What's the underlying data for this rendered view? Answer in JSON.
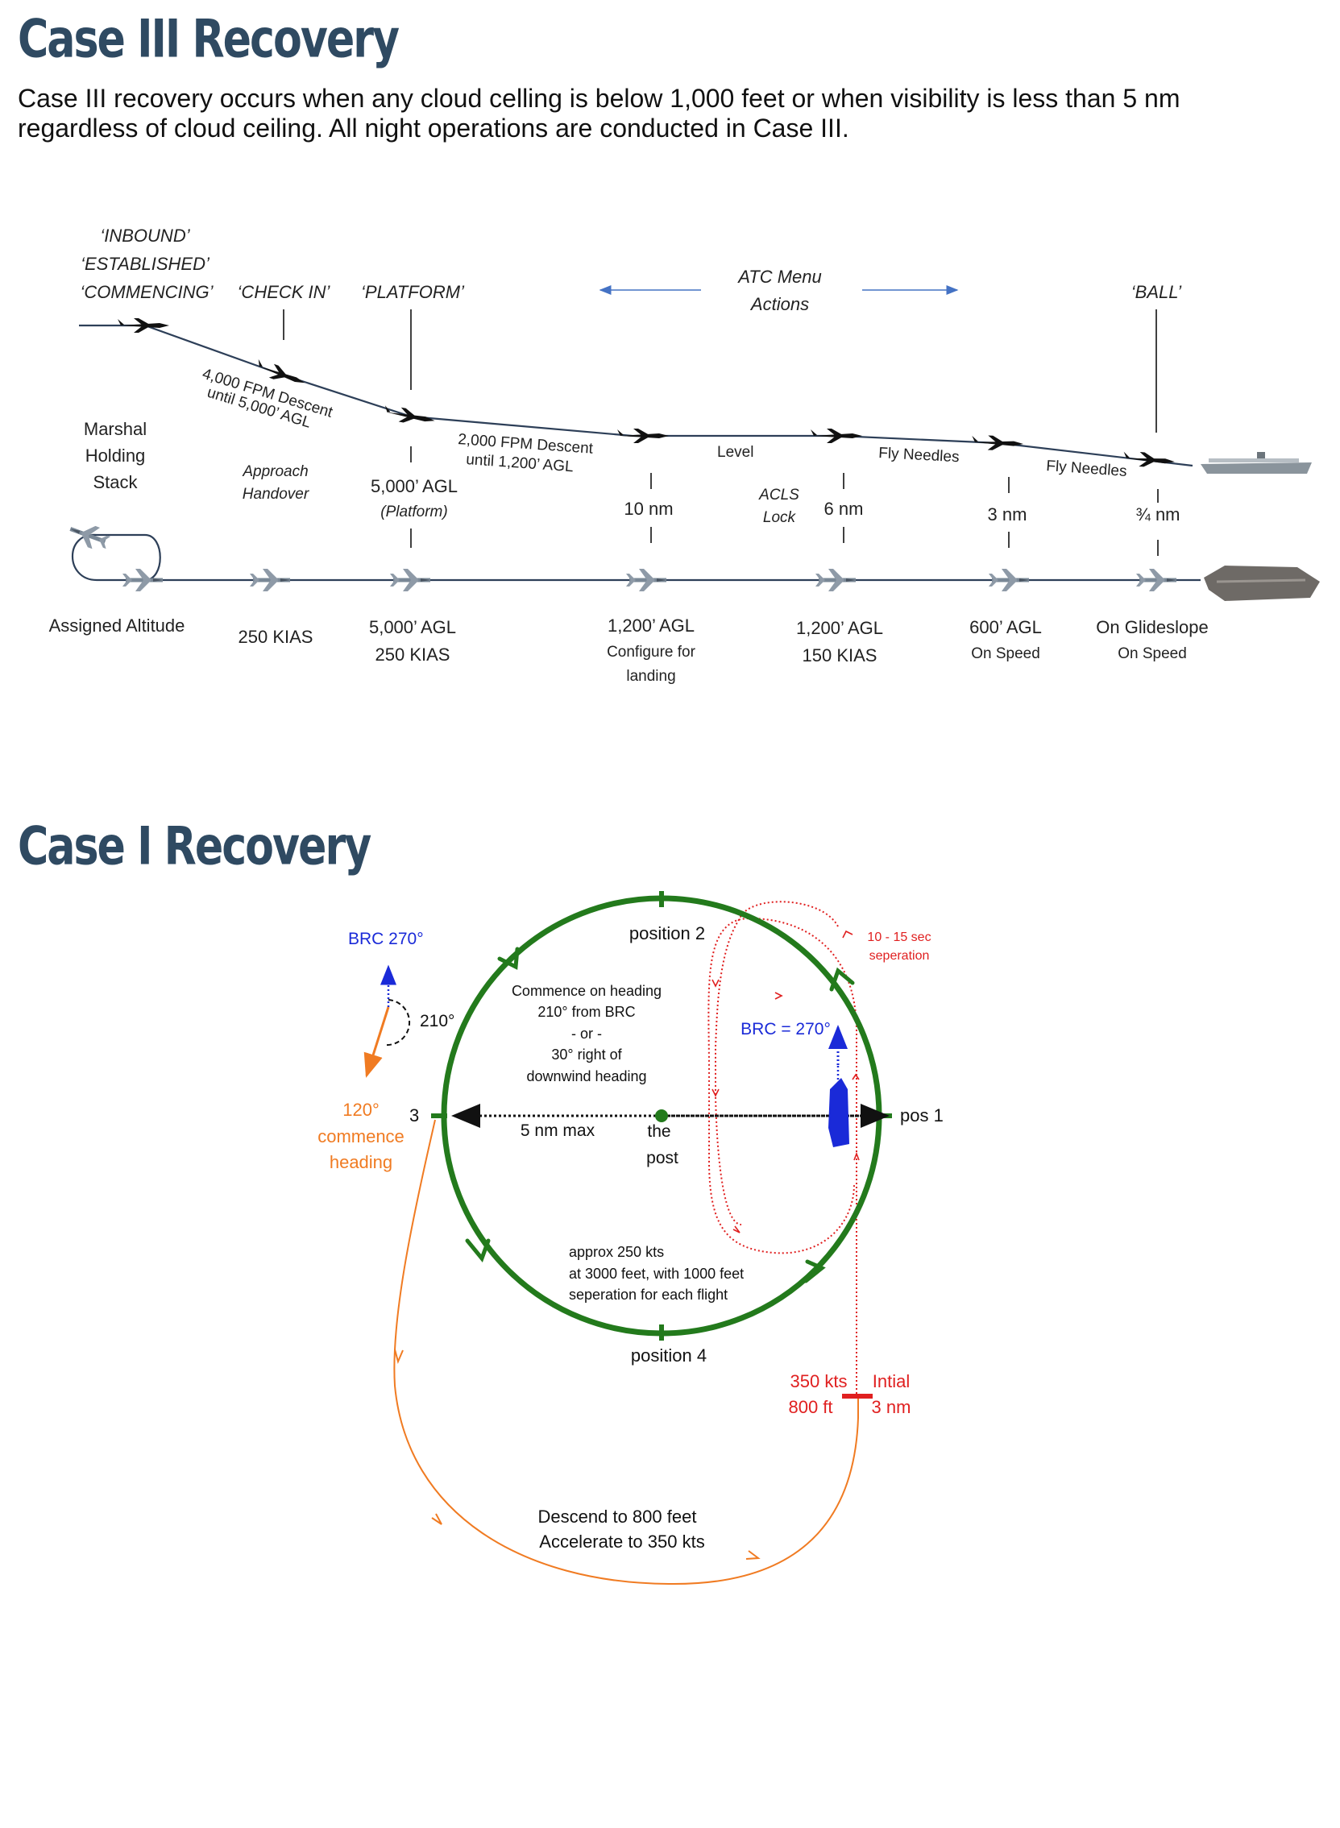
{
  "case3": {
    "title": "Case III Recovery",
    "description": "Case III recovery occurs when any cloud celling is below 1,000 feet or when visibility is less than 5 nm regardless of cloud ceiling. All night operations are conducted in Case III.",
    "calls": {
      "inbound": "‘INBOUND’",
      "established": "‘ESTABLISHED’",
      "commencing": "‘COMMENCING’",
      "check_in": "‘CHECK IN’",
      "platform": "‘PLATFORM’",
      "ball": "‘BALL’"
    },
    "atc_menu_line1": "ATC Menu",
    "atc_menu_line2": "Actions",
    "descent1_line1": "4,000 FPM Descent",
    "descent1_line2": "until 5,000’ AGL",
    "descent2_line1": "2,000 FPM Descent",
    "descent2_line2": "until 1,200’ AGL",
    "level": "Level",
    "fly_needles": "Fly Needles",
    "marshal": [
      "Marshal",
      "Holding",
      "Stack"
    ],
    "approach_handover": [
      "Approach",
      "Handover"
    ],
    "platform_alt": "5,000’ AGL",
    "platform_sub": "(Platform)",
    "ten_nm": "10 nm",
    "acls_lock": [
      "ACLS",
      "Lock"
    ],
    "six_nm": "6 nm",
    "three_nm": "3 nm",
    "three_quarter_nm": "¾ nm",
    "bottom_labels": [
      [
        "Assigned Altitude"
      ],
      [
        "250 KIAS"
      ],
      [
        "5,000’ AGL",
        "250 KIAS"
      ],
      [
        "1,200’ AGL",
        "Configure for",
        "landing"
      ],
      [
        "1,200’ AGL",
        "150 KIAS"
      ],
      [
        "600’ AGL",
        "On Speed"
      ],
      [
        "On Glideslope",
        "On Speed"
      ]
    ]
  },
  "case1": {
    "title": "Case I Recovery",
    "position2": "position 2",
    "position4": "position 4",
    "pos1": "pos 1",
    "pos3": "3",
    "brc_compass": "BRC 270°",
    "angle_210": "210°",
    "commence_heading": [
      "120°",
      "commence",
      "heading"
    ],
    "commence_note": [
      "Commence on heading",
      "210° from BRC",
      "- or -",
      "30° right of",
      "downwind heading"
    ],
    "radius_label": "5 nm max",
    "the_post": [
      "the",
      "post"
    ],
    "brc_equals": "BRC = 270°",
    "separation_note": [
      "10 - 15 sec",
      "seperation"
    ],
    "speed_note": [
      "approx 250 kts",
      "at 3000 feet, with 1000 feet",
      "seperation for each flight"
    ],
    "initial_speed": [
      "350 kts",
      "800 ft"
    ],
    "initial_point": [
      "Intial",
      "3 nm"
    ],
    "descend_note": [
      "Descend to 800 feet",
      "Accelerate to 350 kts"
    ],
    "colors": {
      "green": "#237a1c",
      "orange": "#f07b22",
      "red": "#e02020",
      "blue": "#1a2ad8"
    }
  }
}
